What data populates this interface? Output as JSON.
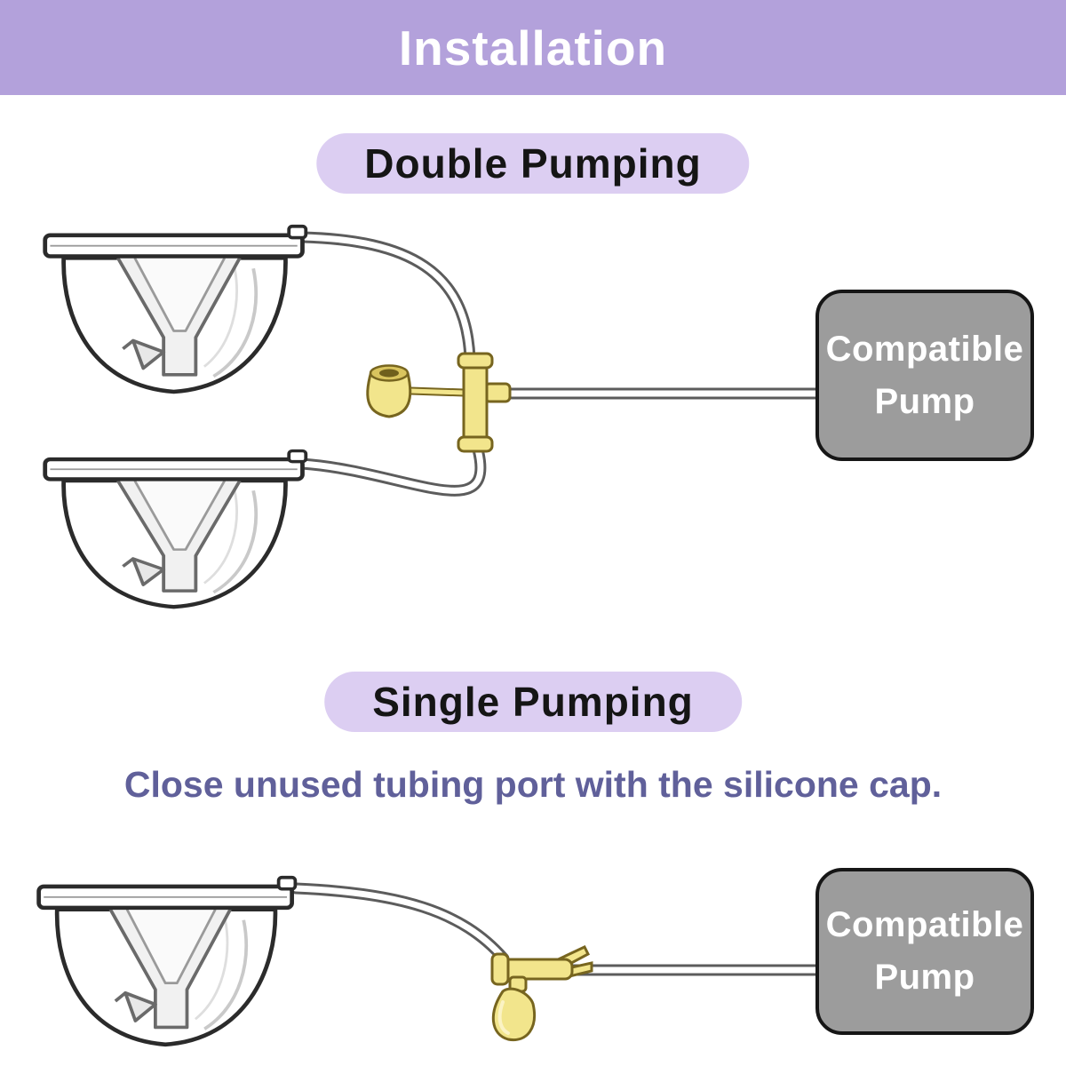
{
  "title": "Installation",
  "colors": {
    "header-bg": "#b3a1db",
    "pill-bg": "#dccef2",
    "note-text": "#60609a",
    "pump-bg": "#9c9c9c",
    "connector-yellow": "#f2e58c",
    "line-art": "#2b2b2b"
  },
  "sections": {
    "double": {
      "label": "Double Pumping"
    },
    "single": {
      "label": "Single Pumping",
      "note": "Close unused tubing port with the silicone cap."
    }
  },
  "pump_box": {
    "line1": "Compatible",
    "line2": "Pump"
  },
  "illustrations": {
    "collection_cup": "breast-milk-collection-cup",
    "connector": "y-tubing-connector",
    "cap": "silicone-cap",
    "tubing": "pump-tubing"
  }
}
